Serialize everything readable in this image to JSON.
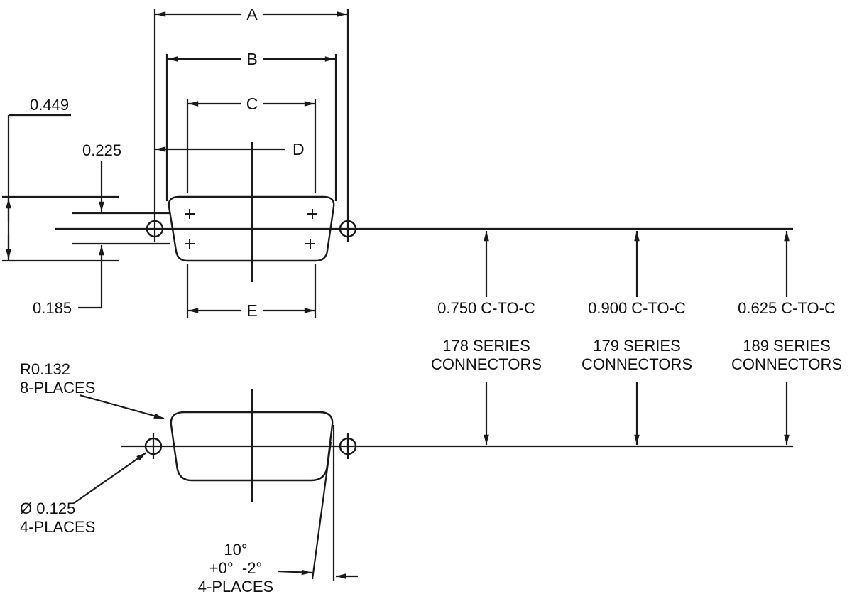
{
  "dims": {
    "A": "A",
    "B": "B",
    "C": "C",
    "D": "D",
    "E": "E",
    "height_total": "0.449",
    "height_upper": "0.225",
    "height_lower": "0.185"
  },
  "callouts": {
    "corner_radius_line1": "R0.132",
    "corner_radius_line2": "8-PLACES",
    "hole_dia_line1": "Ø 0.125",
    "hole_dia_line2": "4-PLACES",
    "draft_angle_line1": "10°",
    "draft_angle_line2": "+0°  -2°",
    "draft_angle_line3": "4-PLACES"
  },
  "series_columns": [
    {
      "spacing": "0.750 C-TO-C",
      "series": "178 SERIES",
      "type": "CONNECTORS"
    },
    {
      "spacing": "0.900 C-TO-C",
      "series": "179 SERIES",
      "type": "CONNECTORS"
    },
    {
      "spacing": "0.625 C-TO-C",
      "series": "189 SERIES",
      "type": "CONNECTORS"
    }
  ]
}
